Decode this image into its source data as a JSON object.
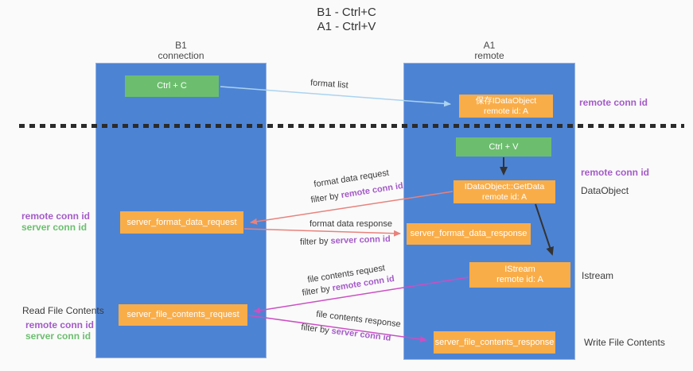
{
  "title": {
    "line1": "B1 - Ctrl+C",
    "line2": "A1 - Ctrl+V"
  },
  "lifelines": {
    "left": {
      "name": "B1",
      "role": "connection"
    },
    "right": {
      "name": "A1",
      "role": "remote"
    }
  },
  "boxes": {
    "ctrl_c": "Ctrl + C",
    "save_idataobject_line1": "保存IDataObject",
    "save_idataobject_line2": "remote id: A",
    "ctrl_v": "Ctrl + V",
    "getdata_line1": "IDataObject::GetData",
    "getdata_line2": "remote id: A",
    "server_format_data_request": "server_format_data_request",
    "server_format_data_response": "server_format_data_response",
    "istream_line1": "IStream",
    "istream_line2": "remote id: A",
    "server_file_contents_request": "server_file_contents_request",
    "server_file_contents_response": "server_file_contents_response"
  },
  "arrow_labels": {
    "format_list": "format list",
    "format_data_request": "format data request",
    "format_data_response": "format data response",
    "file_contents_request": "file contents request",
    "file_contents_response": "file contents response",
    "filter_by": "filter by ",
    "remote_conn_id": "remote conn id",
    "server_conn_id": "server conn id"
  },
  "side_labels": {
    "remote_conn_id_top": "remote conn id",
    "remote_conn_id_mid": "remote conn id",
    "dataobject": "DataObject",
    "istream": "Istream",
    "write_file_contents": "Write File Contents",
    "read_file_contents": "Read File Contents",
    "left_remote_conn_id_1": "remote conn id",
    "left_server_conn_id_1": "server conn id",
    "left_remote_conn_id_2": "remote conn id",
    "left_server_conn_id_2": "server conn id"
  },
  "colors": {
    "background": "#fafafa",
    "lifeline_blue": "#4d83d3",
    "box_green": "#6cbe6e",
    "box_orange": "#f9ad49",
    "arrow_lightblue": "#aad3f0",
    "arrow_salmon": "#e8827c",
    "arrow_magenta": "#cb4fc3",
    "arrow_black": "#333333",
    "divider_black": "#2b2b2b",
    "text_purple": "#a45bc8",
    "text_green": "#6cbf6f"
  }
}
